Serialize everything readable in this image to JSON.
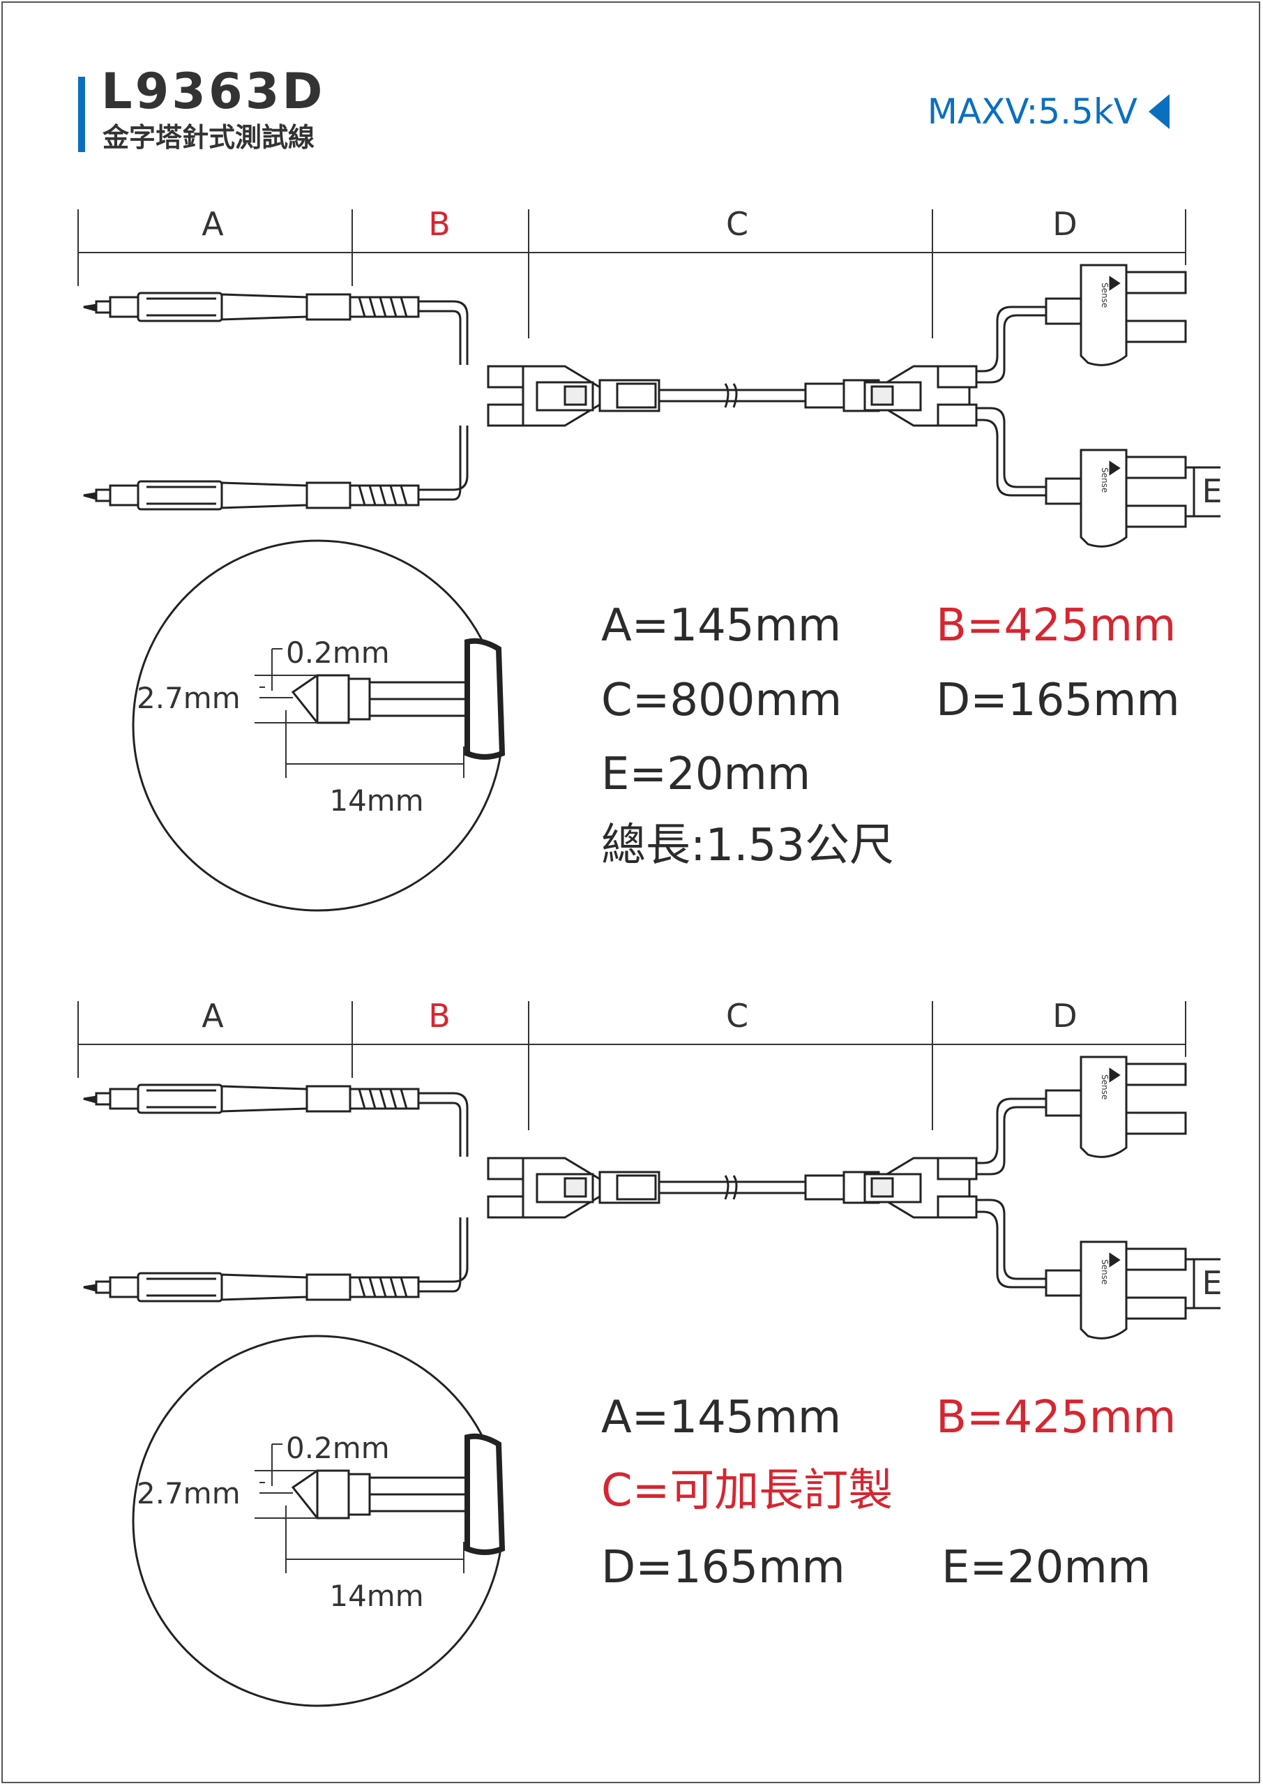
{
  "header": {
    "model": "L9363D",
    "subtitle": "金字塔針式測試線",
    "maxv": "MAXV:5.5kV"
  },
  "colors": {
    "accent_blue": "#0a6fbf",
    "red": "#d62631",
    "ink": "#2b2b2b"
  },
  "diagram": {
    "segments": [
      "A",
      "B",
      "C",
      "D"
    ],
    "e_label": "E",
    "sense_label": "Sense",
    "detail": {
      "tip": "0.2mm",
      "diameter": "2.7mm",
      "length": "14mm"
    }
  },
  "specs_1": {
    "a": "A=145mm",
    "b": "B=425mm",
    "c": "C=800mm",
    "d": "D=165mm",
    "e": "E=20mm",
    "total": "總長:1.53公尺"
  },
  "specs_2": {
    "a": "A=145mm",
    "b": "B=425mm",
    "c": "C=可加長訂製",
    "d": "D=165mm",
    "e": "E=20mm"
  }
}
